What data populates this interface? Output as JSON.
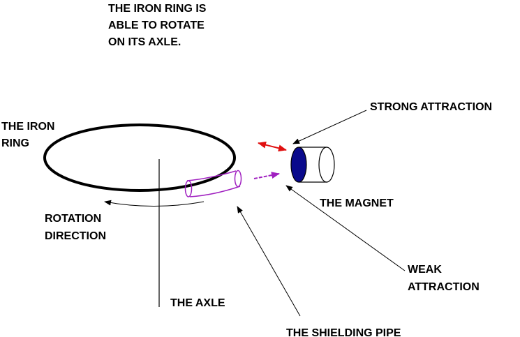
{
  "labels": {
    "note": [
      "THE IRON RING IS",
      "ABLE TO ROTATE",
      "ON ITS AXLE."
    ],
    "iron_ring": [
      "THE IRON",
      "RING"
    ],
    "strong_attraction": "STRONG ATTRACTION",
    "magnet": "THE MAGNET",
    "rotation_direction": [
      "ROTATION",
      "DIRECTION"
    ],
    "weak_attraction": [
      "WEAK",
      "ATTRACTION"
    ],
    "axle": "THE AXLE",
    "shielding_pipe": "THE SHIELDING PIPE"
  },
  "colors": {
    "strong_arrow": "#e01010",
    "weak_arrow": "#a020c0",
    "shielding_pipe": "#a020c0",
    "magnet_pole": "#0a0a8c",
    "lines": "#000000"
  }
}
